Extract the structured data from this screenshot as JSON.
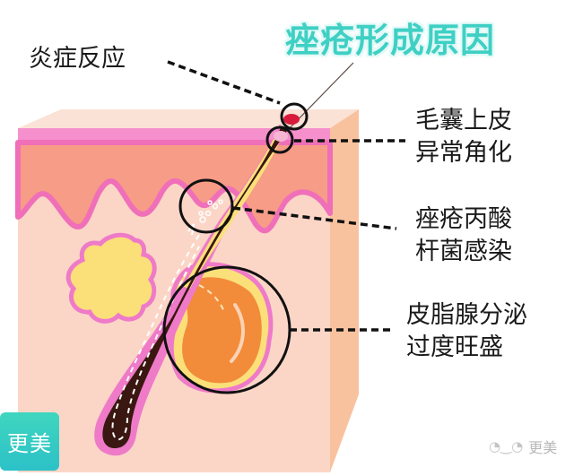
{
  "title": "痤疮形成原因",
  "labels": {
    "inflammation": "炎症反应",
    "keratinization": [
      "毛囊上皮",
      "异常角化"
    ],
    "bacteria": [
      "痤疮丙酸",
      "杆菌感染"
    ],
    "sebum": [
      "皮脂腺分泌",
      "过度旺盛"
    ]
  },
  "logo": {
    "text": "更美"
  },
  "watermark": {
    "icon": "wechat-icon",
    "text": "更美"
  },
  "colors": {
    "title": "#3fd0c4",
    "skin_top": "#fad8c8",
    "epidermis_pink": "#f58fcb",
    "dermis": "#f79b85",
    "lower_skin": "#fbd5c6",
    "side_face": "#f9c09a",
    "hair": "#3a1710",
    "sebum_yellow": "#fbe07a",
    "gland_orange": "#f28c3a",
    "outline_pink": "#ef7ac8",
    "inflammation_red": "#d81b3c"
  }
}
